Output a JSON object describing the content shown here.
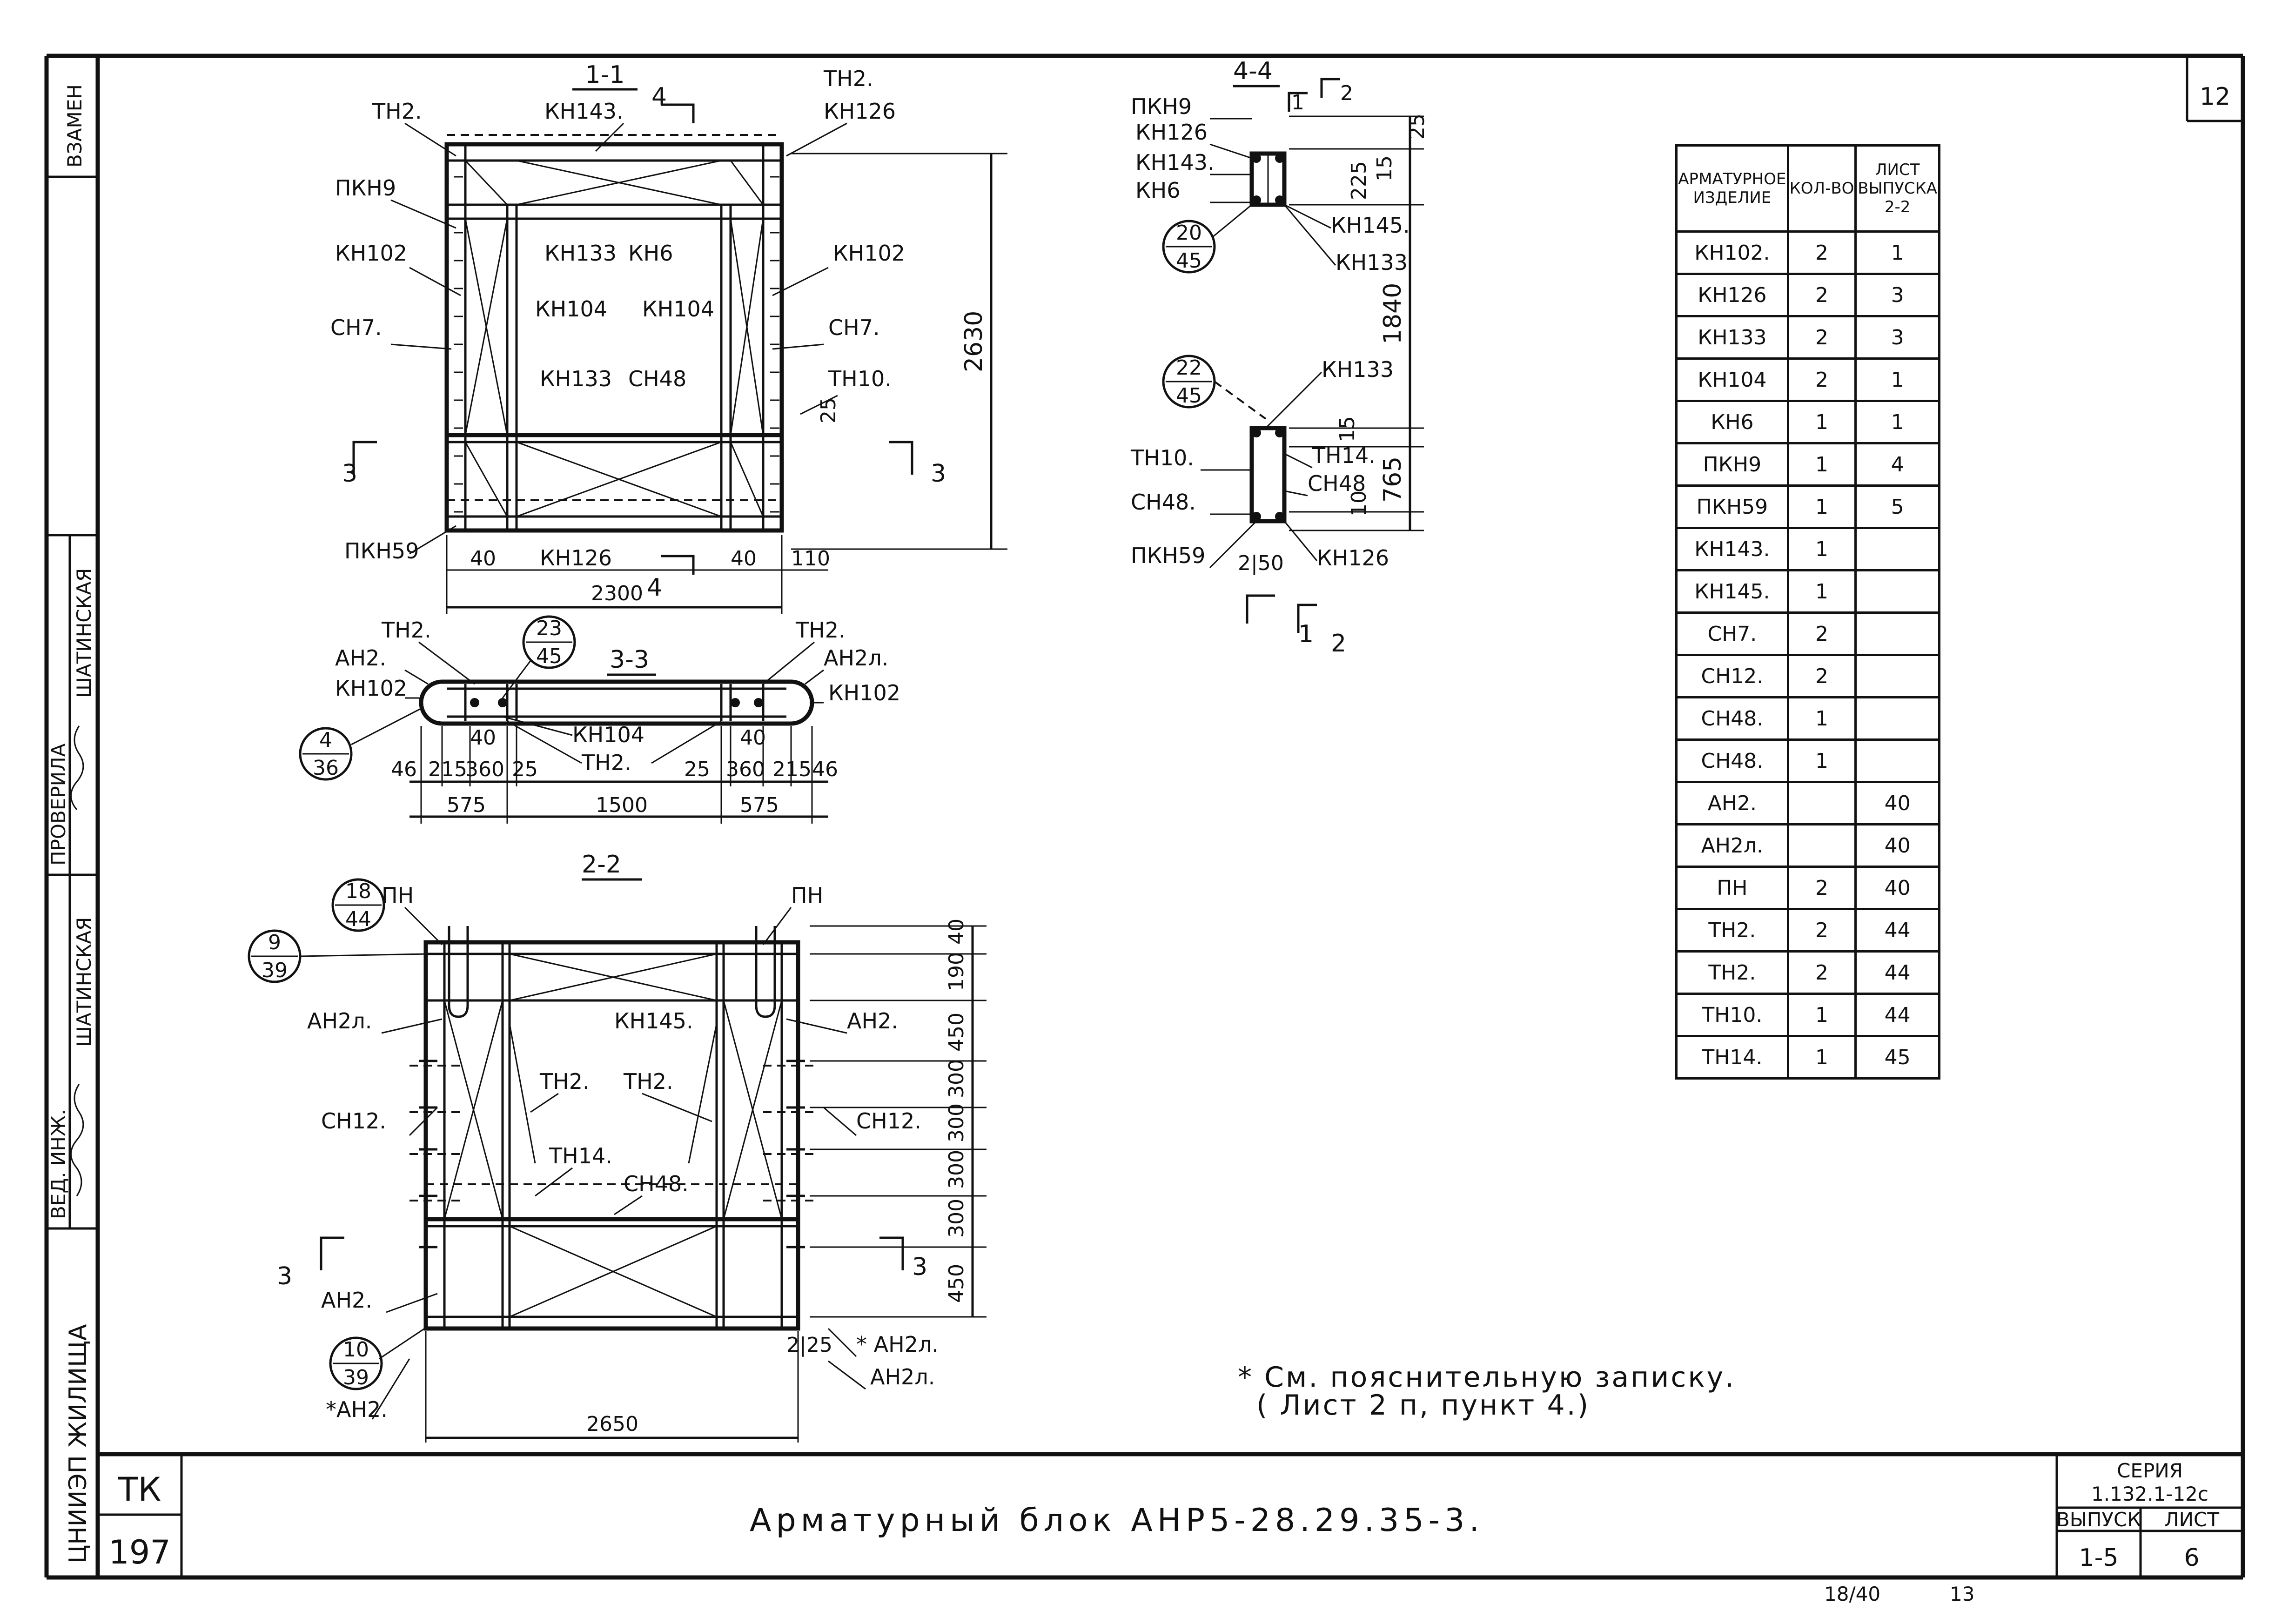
{
  "sheet": {
    "page_number": "12",
    "title": "Арматурный блок АНР5-28.29.35-3.",
    "note_line1": "* См. пояснительную записку.",
    "note_line2": "( Лист 2 п, пункт 4.)",
    "tk_label": "ТК",
    "tk_number": "197",
    "series_label": "СЕРИЯ",
    "series_value": "1.132.1-12с",
    "issue_label": "ВЫПУСК",
    "issue_value": "1-5",
    "sheet_label": "ЛИСТ",
    "sheet_value": "6",
    "bottom_marks": [
      "18/40",
      "13"
    ],
    "side_stamp": {
      "org": "ЦНИИЭП ЖИЛИЩА",
      "vzamen": "ВЗАМЕН",
      "proverila": "ПРОВЕРИЛА",
      "ved_inzh": "ВЕД. ИНЖ.",
      "surname": "ШАТИНСКАЯ"
    }
  },
  "spec_table": {
    "headers": [
      "АРМАТУРНОЕ ИЗДЕЛИЕ",
      "КОЛ-ВО",
      "ЛИСТ ВЫПУСКА 2-2"
    ],
    "rows": [
      [
        "КН102.",
        "2",
        "1"
      ],
      [
        "КН126",
        "2",
        "3"
      ],
      [
        "КН133",
        "2",
        "3"
      ],
      [
        "КН104",
        "2",
        "1"
      ],
      [
        "КН6",
        "1",
        "1"
      ],
      [
        "ПКН9",
        "1",
        "4"
      ],
      [
        "ПКН59",
        "1",
        "5"
      ],
      [
        "КН143.",
        "1",
        ""
      ],
      [
        "КН145.",
        "1",
        ""
      ],
      [
        "СН7.",
        "2",
        ""
      ],
      [
        "СН12.",
        "2",
        ""
      ],
      [
        "СН48.",
        "1",
        ""
      ],
      [
        "СН48.",
        "1",
        ""
      ],
      [
        "АН2.",
        "",
        "40"
      ],
      [
        "АН2л.",
        "",
        "40"
      ],
      [
        "ПН",
        "2",
        "40"
      ],
      [
        "ТН2.",
        "2",
        "44"
      ],
      [
        "ТН2.",
        "2",
        "44"
      ],
      [
        "ТН10.",
        "1",
        "44"
      ],
      [
        "ТН14.",
        "1",
        "45"
      ]
    ]
  },
  "view_1_1": {
    "section": "1-1",
    "labels": {
      "tn2_left": "ТН2.",
      "kn143": "КН143.",
      "tn2_right": "ТН2.",
      "kn126_top": "КН126",
      "pkn9": "ПКН9",
      "kn102_left": "КН102",
      "kn102_right": "КН102",
      "kn133_top": "КН133",
      "kn6": "КН6",
      "kn104_left": "КН104",
      "kn104_right": "КН104",
      "sn7_left": "СН7.",
      "sn7_right": "СН7.",
      "kn133_mid": "КН133",
      "sn48": "СН48",
      "tn10": "ТН10.",
      "pkn59": "ПКН59",
      "kn126_bottom": "КН126",
      "cut4_top": "4",
      "cut4_bottom": "4",
      "cut3_left": "3",
      "cut3_right": "3"
    },
    "dims": {
      "height": "2630",
      "width": "2300",
      "d40a": "40",
      "d40b": "40",
      "d110": "110",
      "d25": "25"
    }
  },
  "view_3_3": {
    "section": "3-3",
    "labels": {
      "tn2_left": "ТН2.",
      "an2_left": "АН2.",
      "kn102_left": "КН102",
      "tn2_right": "ТН2.",
      "an2l_right": "АН2л.",
      "kn102_right": "КН102",
      "kn104": "КН104",
      "tn2_mid": "ТН2."
    },
    "callout_left": {
      "num": "4",
      "den": "36"
    },
    "callout_top": {
      "num": "23",
      "den": "45"
    },
    "dims": [
      "46",
      "215",
      "360",
      "25",
      "25",
      "360",
      "215",
      "46"
    ],
    "dims_row2": [
      "575",
      "1500",
      "575"
    ],
    "dims_40": [
      "40",
      "40"
    ]
  },
  "view_2_2": {
    "section": "2-2",
    "labels": {
      "pn_left": "ПН",
      "pn_right": "ПН",
      "an2l_left": "АН2л.",
      "an2_right": "АН2.",
      "kn145": "КН145.",
      "sn12_left": "СН12.",
      "sn12_right": "СН12.",
      "tn2_a": "ТН2.",
      "tn2_b": "ТН2.",
      "tn14": "ТН14.",
      "sn48": "СН48.",
      "an2_left": "АН2.",
      "an2_star": "*АН2.",
      "an2l_star": "* АН2л.",
      "an2l_bottom": "АН2л.",
      "cut3_left": "3",
      "cut3_right": "3"
    },
    "callouts": [
      {
        "num": "18",
        "den": "44"
      },
      {
        "num": "9",
        "den": "39"
      },
      {
        "num": "10",
        "den": "39"
      }
    ],
    "dims_right": [
      "40",
      "190",
      "450",
      "300",
      "300",
      "300",
      "300",
      "450"
    ],
    "dims": {
      "width": "2650",
      "d225": "2|25"
    }
  },
  "view_4_4": {
    "section": "4-4",
    "labels": {
      "pkn9": "ПКН9",
      "kn126": "КН126",
      "kn143": "КН143.",
      "kn6": "КН6",
      "kn145": "КН145.",
      "kn133_a": "КН133",
      "kn133_b": "КН133",
      "tn10": "ТН10.",
      "tn14": "ТН14.",
      "sn48_a": "СН48.",
      "sn48_b": "СН48",
      "pkn59": "ПКН59",
      "kn126_b": "КН126",
      "cut1": "1",
      "cut2": "2",
      "cut1b": "1",
      "cut2b": "2"
    },
    "callouts": [
      {
        "num": "20",
        "den": "45"
      },
      {
        "num": "22",
        "den": "45"
      }
    ],
    "dims": {
      "d25": "25",
      "d225": "225",
      "d15a": "15",
      "d1840": "1840",
      "d15b": "15",
      "d765": "765",
      "d10": "10",
      "d250": "2|50"
    }
  }
}
